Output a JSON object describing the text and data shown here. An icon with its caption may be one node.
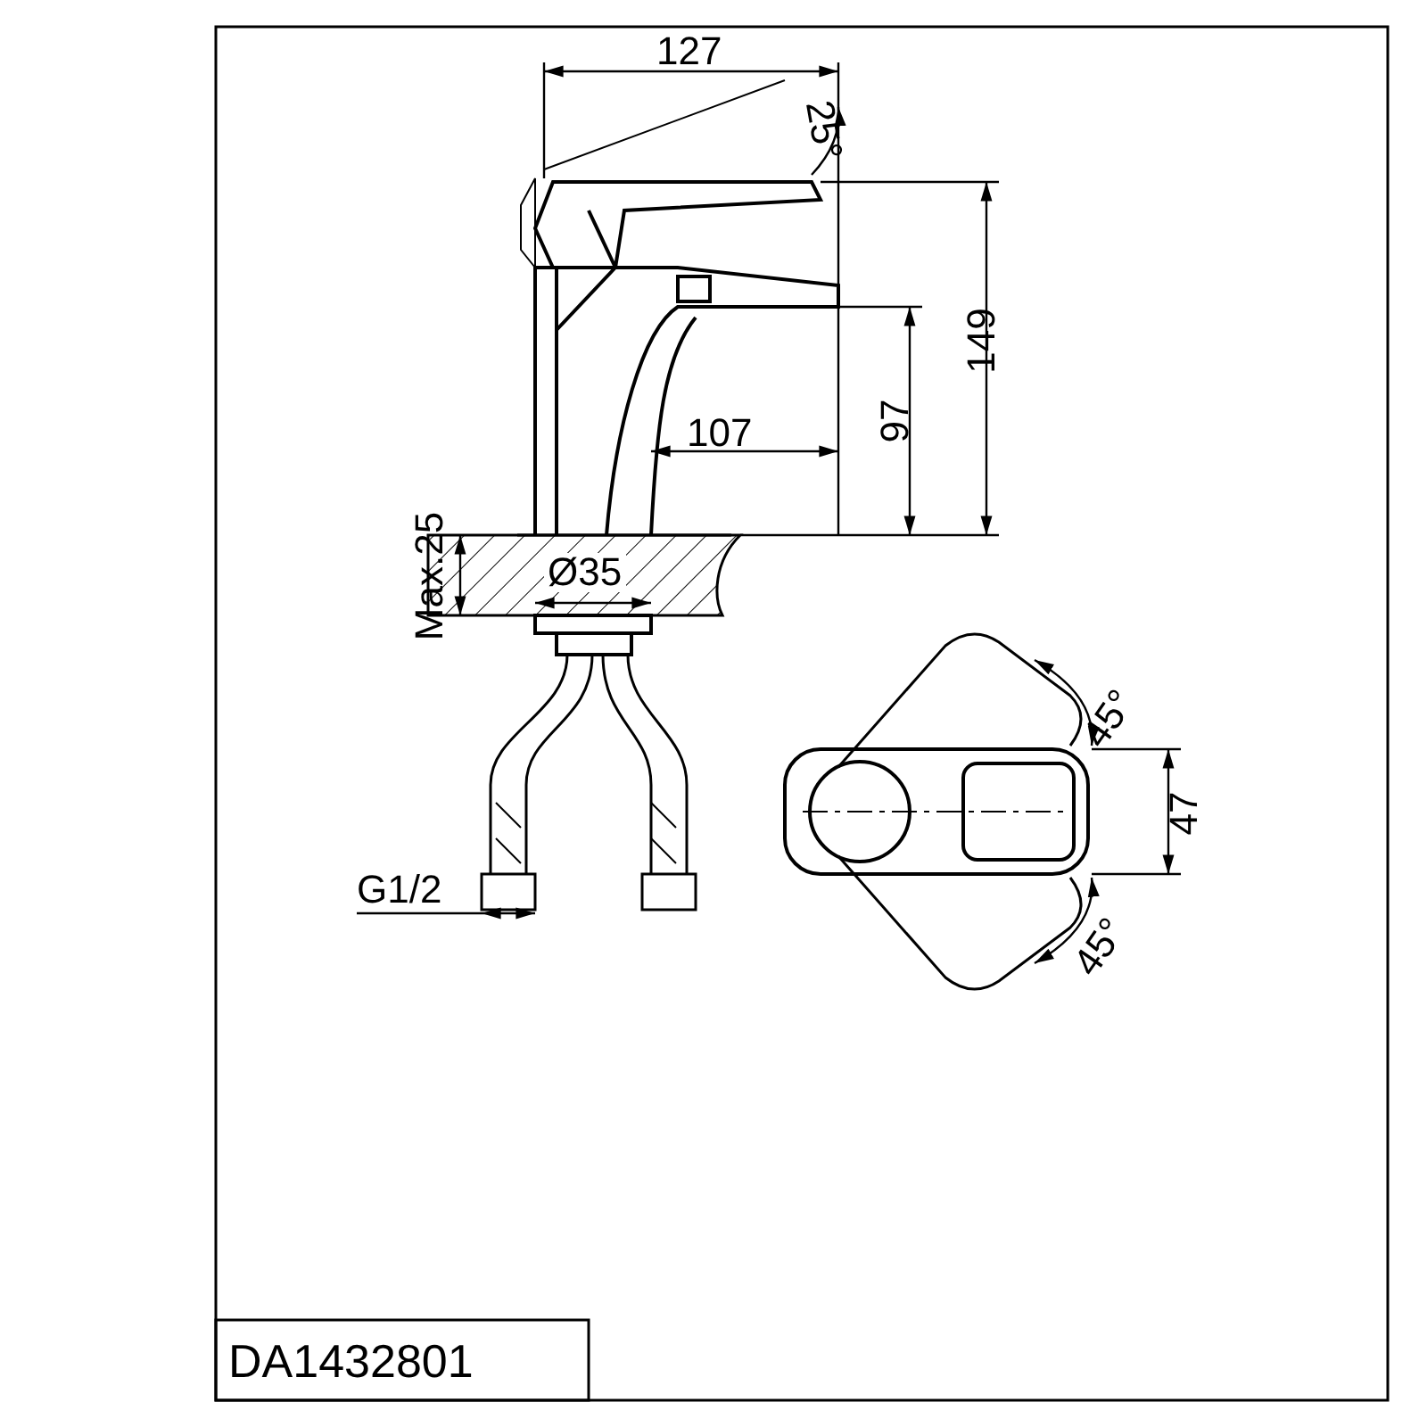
{
  "diagram": {
    "labels": [
      "127",
      "25°",
      "149",
      "107",
      "97",
      "Max.25",
      "Ø35",
      "45°",
      "47",
      "G1/2",
      "45°",
      "DA1432801"
    ]
  }
}
